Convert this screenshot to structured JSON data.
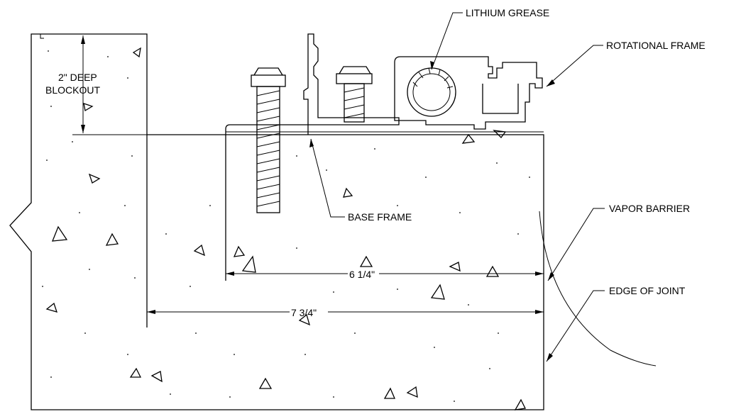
{
  "callouts": {
    "lithium_grease": "LITHIUM GREASE",
    "rotational_frame": "ROTATIONAL FRAME",
    "base_frame": "BASE FRAME",
    "vapor_barrier": "VAPOR BARRIER",
    "edge_of_joint": "EDGE OF JOINT"
  },
  "blockout": {
    "line1": "2\" DEEP",
    "line2": "BLOCKOUT"
  },
  "dimensions": {
    "inner": "6 1/4\"",
    "outer": "7 3/4\""
  },
  "colors": {
    "line": "#000000",
    "background": "#ffffff"
  }
}
